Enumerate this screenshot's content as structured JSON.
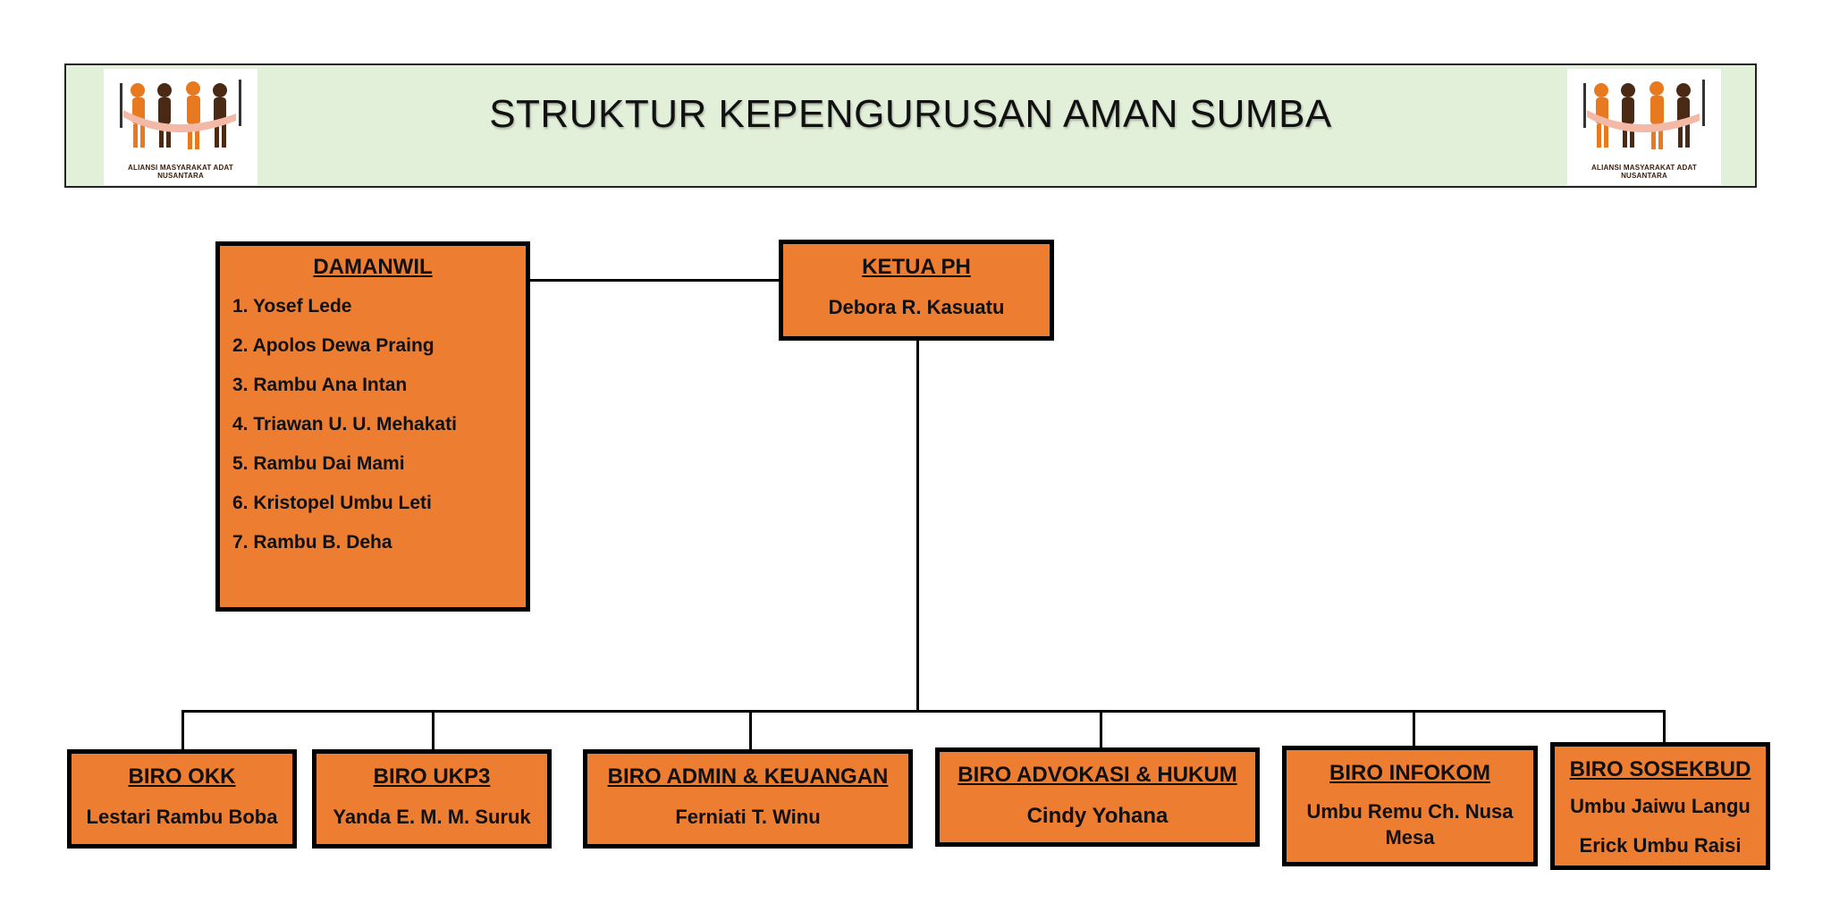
{
  "header": {
    "title": "STRUKTUR KEPENGURUSAN AMAN SUMBA",
    "logo_caption": "ALIANSI MASYARAKAT ADAT NUSANTARA",
    "background": "#e2efd9"
  },
  "colors": {
    "box_fill": "#ed7d31",
    "border": "#000000"
  },
  "damanwil": {
    "title": "DAMANWIL",
    "members": [
      "1. Yosef Lede",
      "2. Apolos Dewa Praing",
      "3. Rambu Ana Intan",
      "4. Triawan U. U. Mehakati",
      "5. Rambu Dai Mami",
      "6. Kristopel Umbu Leti",
      "7. Rambu B. Deha"
    ]
  },
  "ketua": {
    "title": "KETUA PH",
    "name": "Debora R. Kasuatu"
  },
  "biro": [
    {
      "title": "BIRO OKK",
      "names": [
        "Lestari Rambu Boba"
      ]
    },
    {
      "title": "BIRO UKP3",
      "names": [
        "Yanda E. M. M. Suruk"
      ]
    },
    {
      "title": "BIRO ADMIN & KEUANGAN",
      "names": [
        "Ferniati T. Winu"
      ]
    },
    {
      "title": "BIRO ADVOKASI & HUKUM",
      "names": [
        "Cindy Yohana"
      ]
    },
    {
      "title": "BIRO INFOKOM",
      "names": [
        "Umbu Remu Ch. Nusa Mesa"
      ]
    },
    {
      "title": "BIRO SOSEKBUD",
      "names": [
        "Umbu Jaiwu Langu",
        "Erick Umbu Raisi"
      ]
    }
  ]
}
